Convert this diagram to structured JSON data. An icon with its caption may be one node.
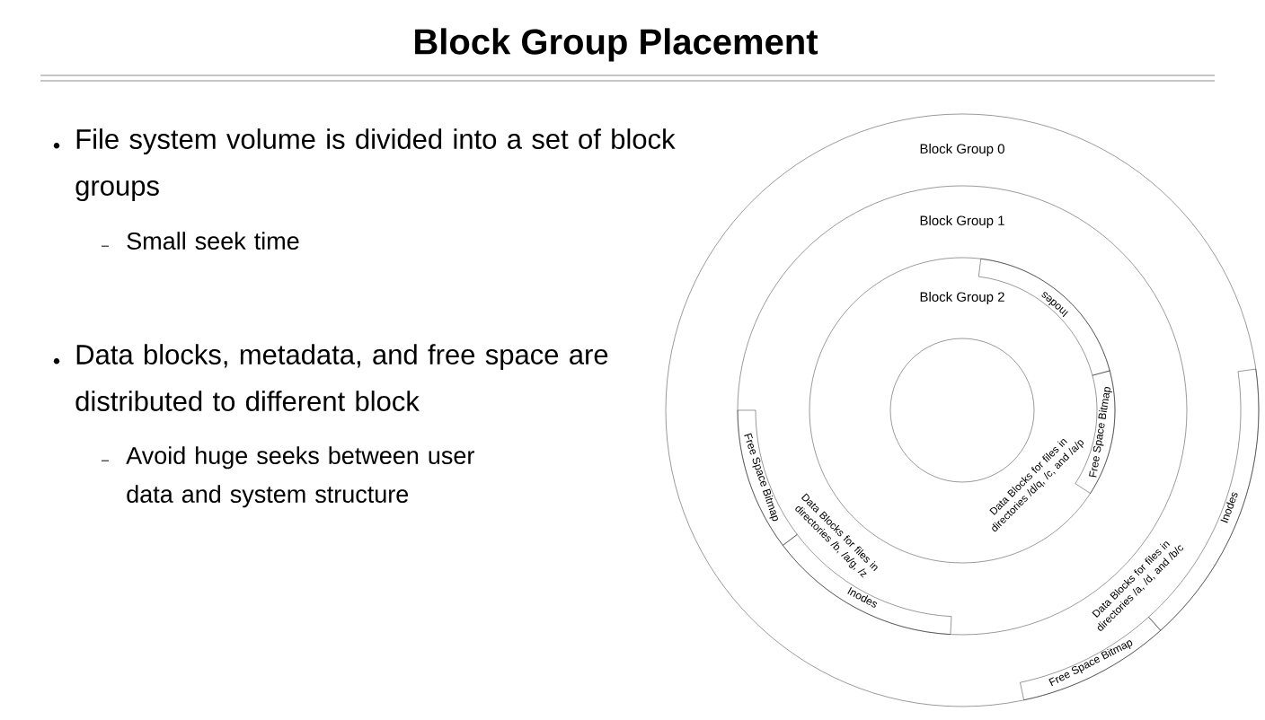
{
  "diagram": {
    "title": "Block Group Placement",
    "nodes": [
      {
        "text": [
          "Block Group 0",
          "Data Blocks for files in directories /a, /d, and /b/c"
        ]
      },
      {
        "text": [
          "Inodes"
        ],
        "in": 0
      },
      {
        "text": [
          "Free Space Bitmap"
        ],
        "in": 0
      },
      {
        "text": [
          "Block Group 1",
          "Data Blocks for files in directories /b, /a/g, /z"
        ],
        "in": 0
      },
      {
        "text": [
          "Free Space Bitmap"
        ],
        "in": 3
      },
      {
        "text": [
          "Inodes"
        ],
        "in": 3
      },
      {
        "text": [
          "Block Group 2",
          "Data Blocks for files in directories /d/q, /c, and /a/p"
        ],
        "in": 3
      },
      {
        "text": [
          "Inodes"
        ],
        "in": 6
      },
      {
        "text": [
          "Free Space Bitmap"
        ],
        "in": 6
      },
      {
        "text": [],
        "shape": "circle",
        "in": 6
      }
    ],
    "labels": [
      "File system volume is divided into a set of block groups",
      "Small seek time",
      "Data blocks, metadata, and free space are distributed to different block",
      "Avoid huge seeks between user data and system structure"
    ]
  }
}
